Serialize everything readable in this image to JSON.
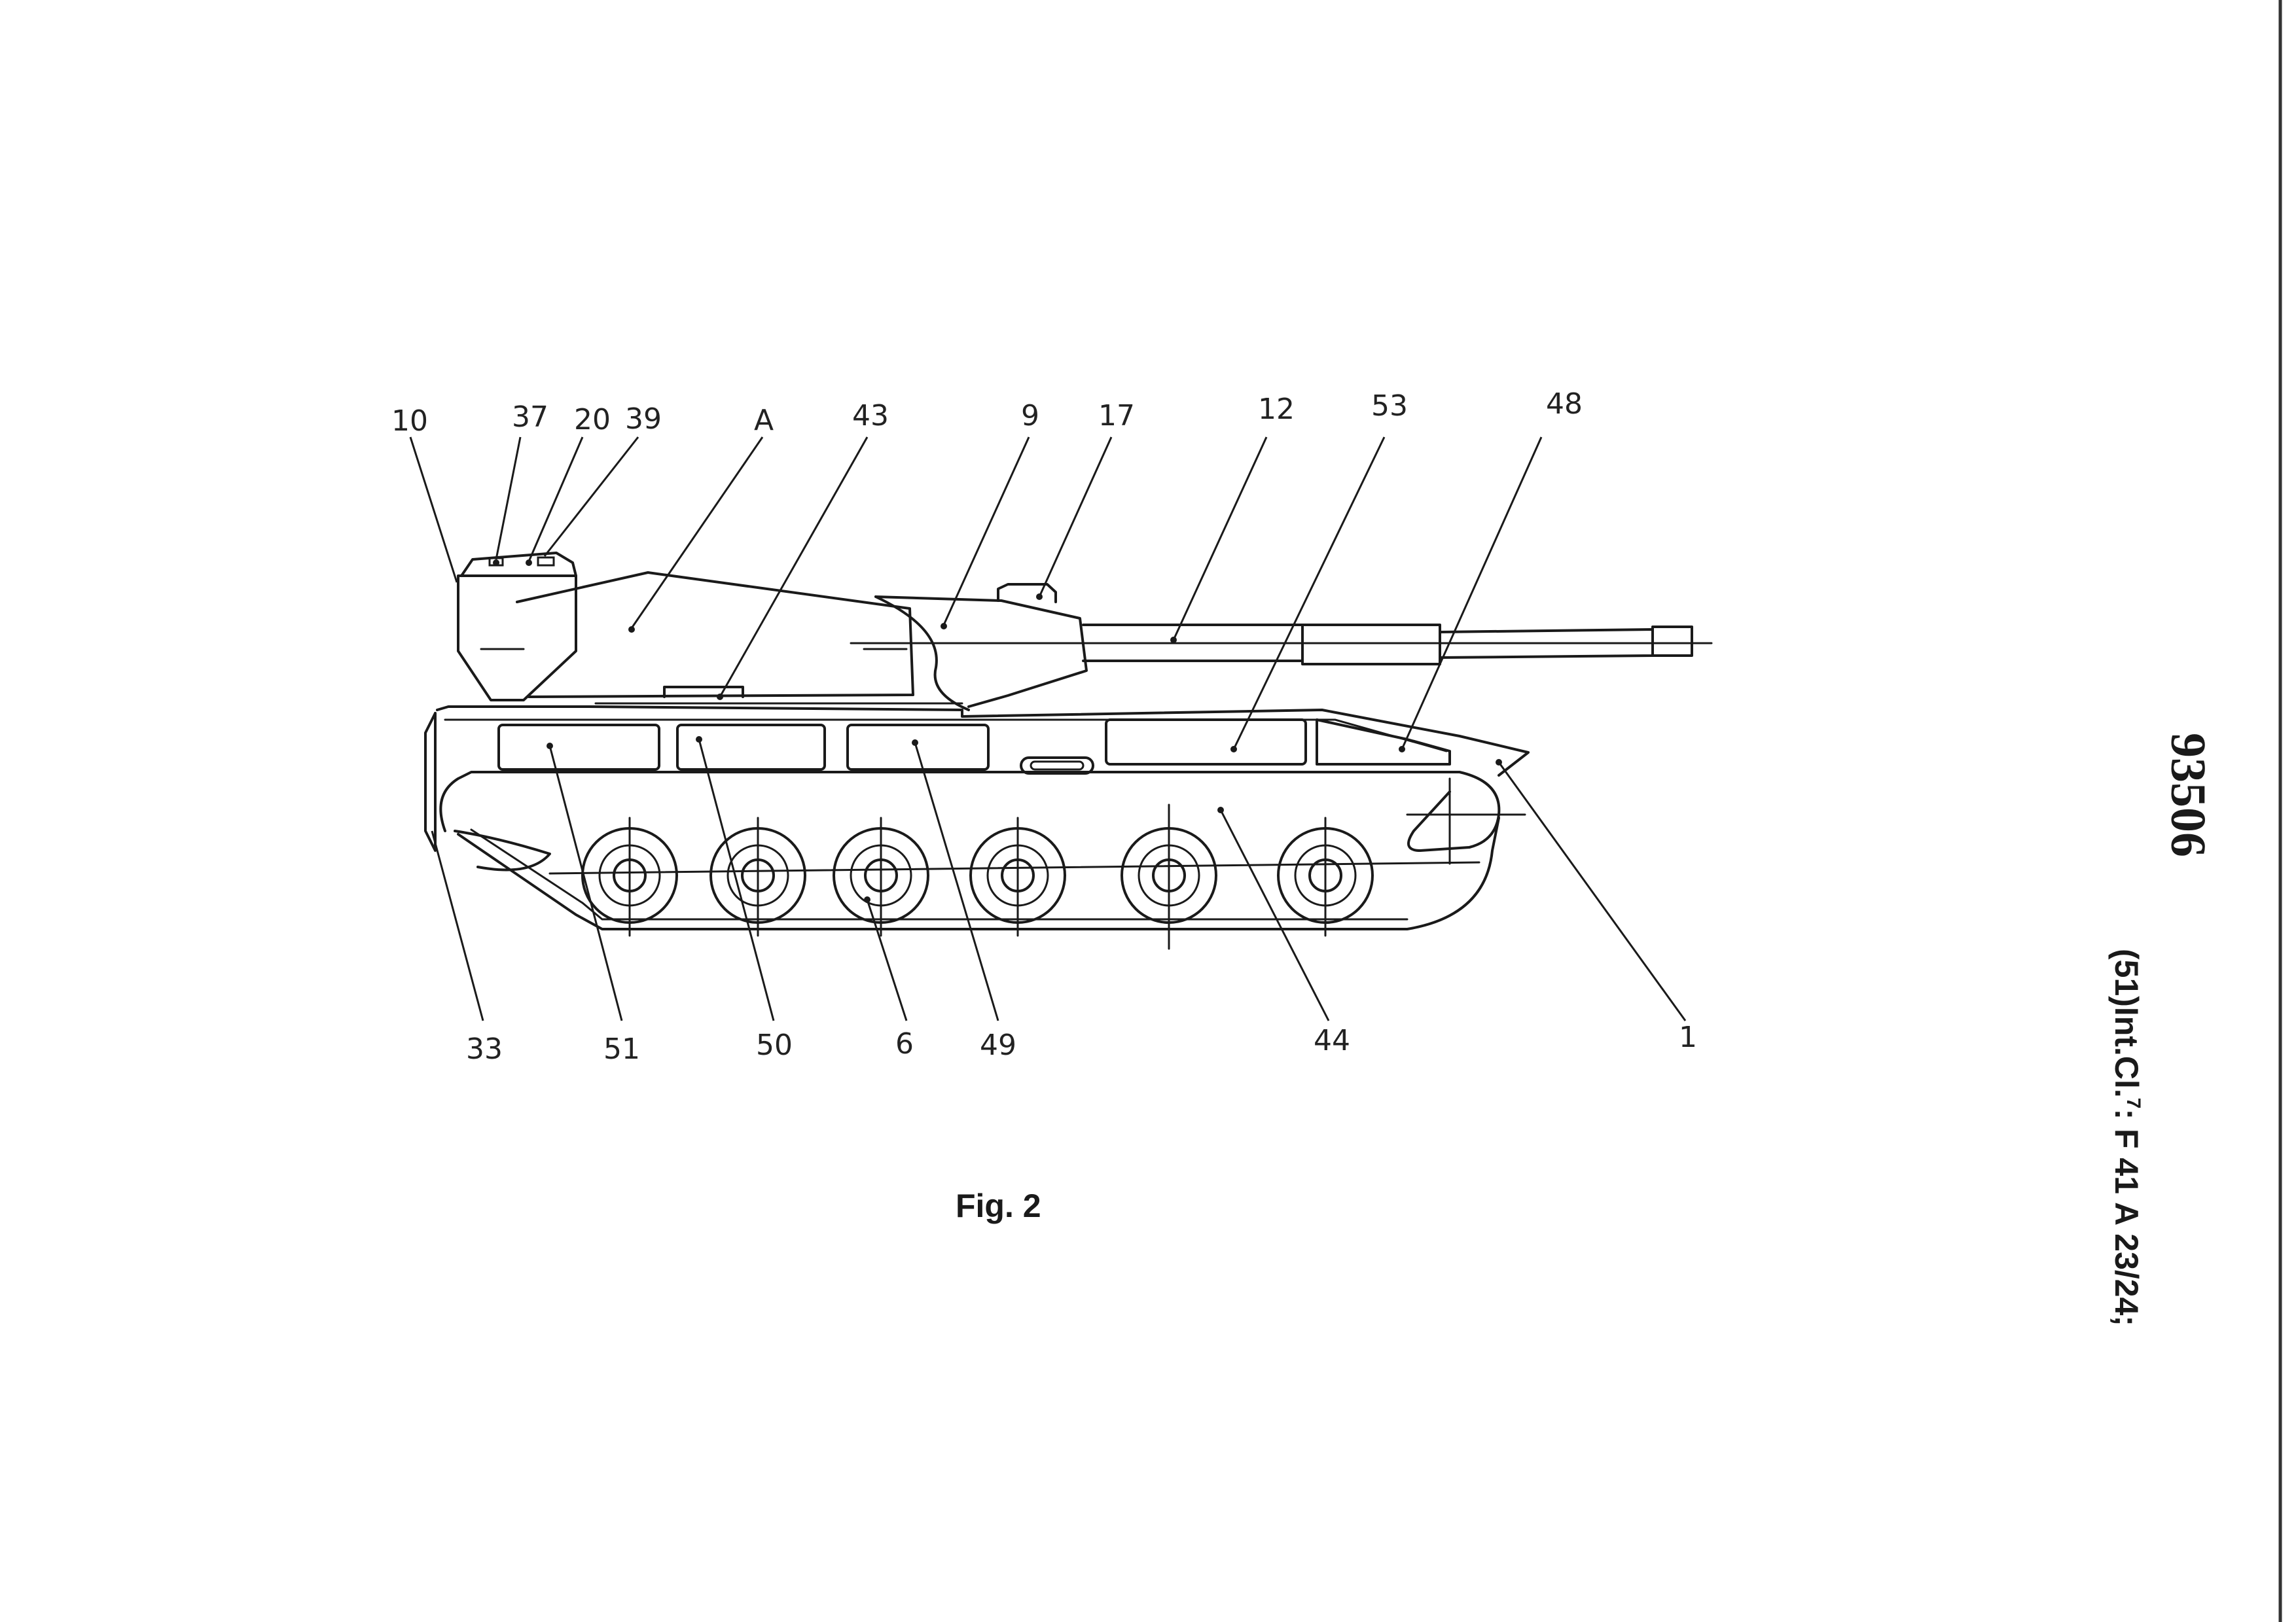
{
  "figure": {
    "caption": "Fig. 2",
    "reference_numerals": {
      "top": [
        "10",
        "37",
        "20",
        "39",
        "A",
        "43",
        "9",
        "17",
        "12",
        "53",
        "48"
      ],
      "bottom": [
        "33",
        "51",
        "50",
        "6",
        "49",
        "44",
        "1"
      ]
    }
  },
  "sidebar": {
    "document_number": "93506",
    "classification_prefix": "(51)Int.Cl.",
    "classification_superscript": "7",
    "classification_suffix": ": F 41 A 23/24;"
  }
}
